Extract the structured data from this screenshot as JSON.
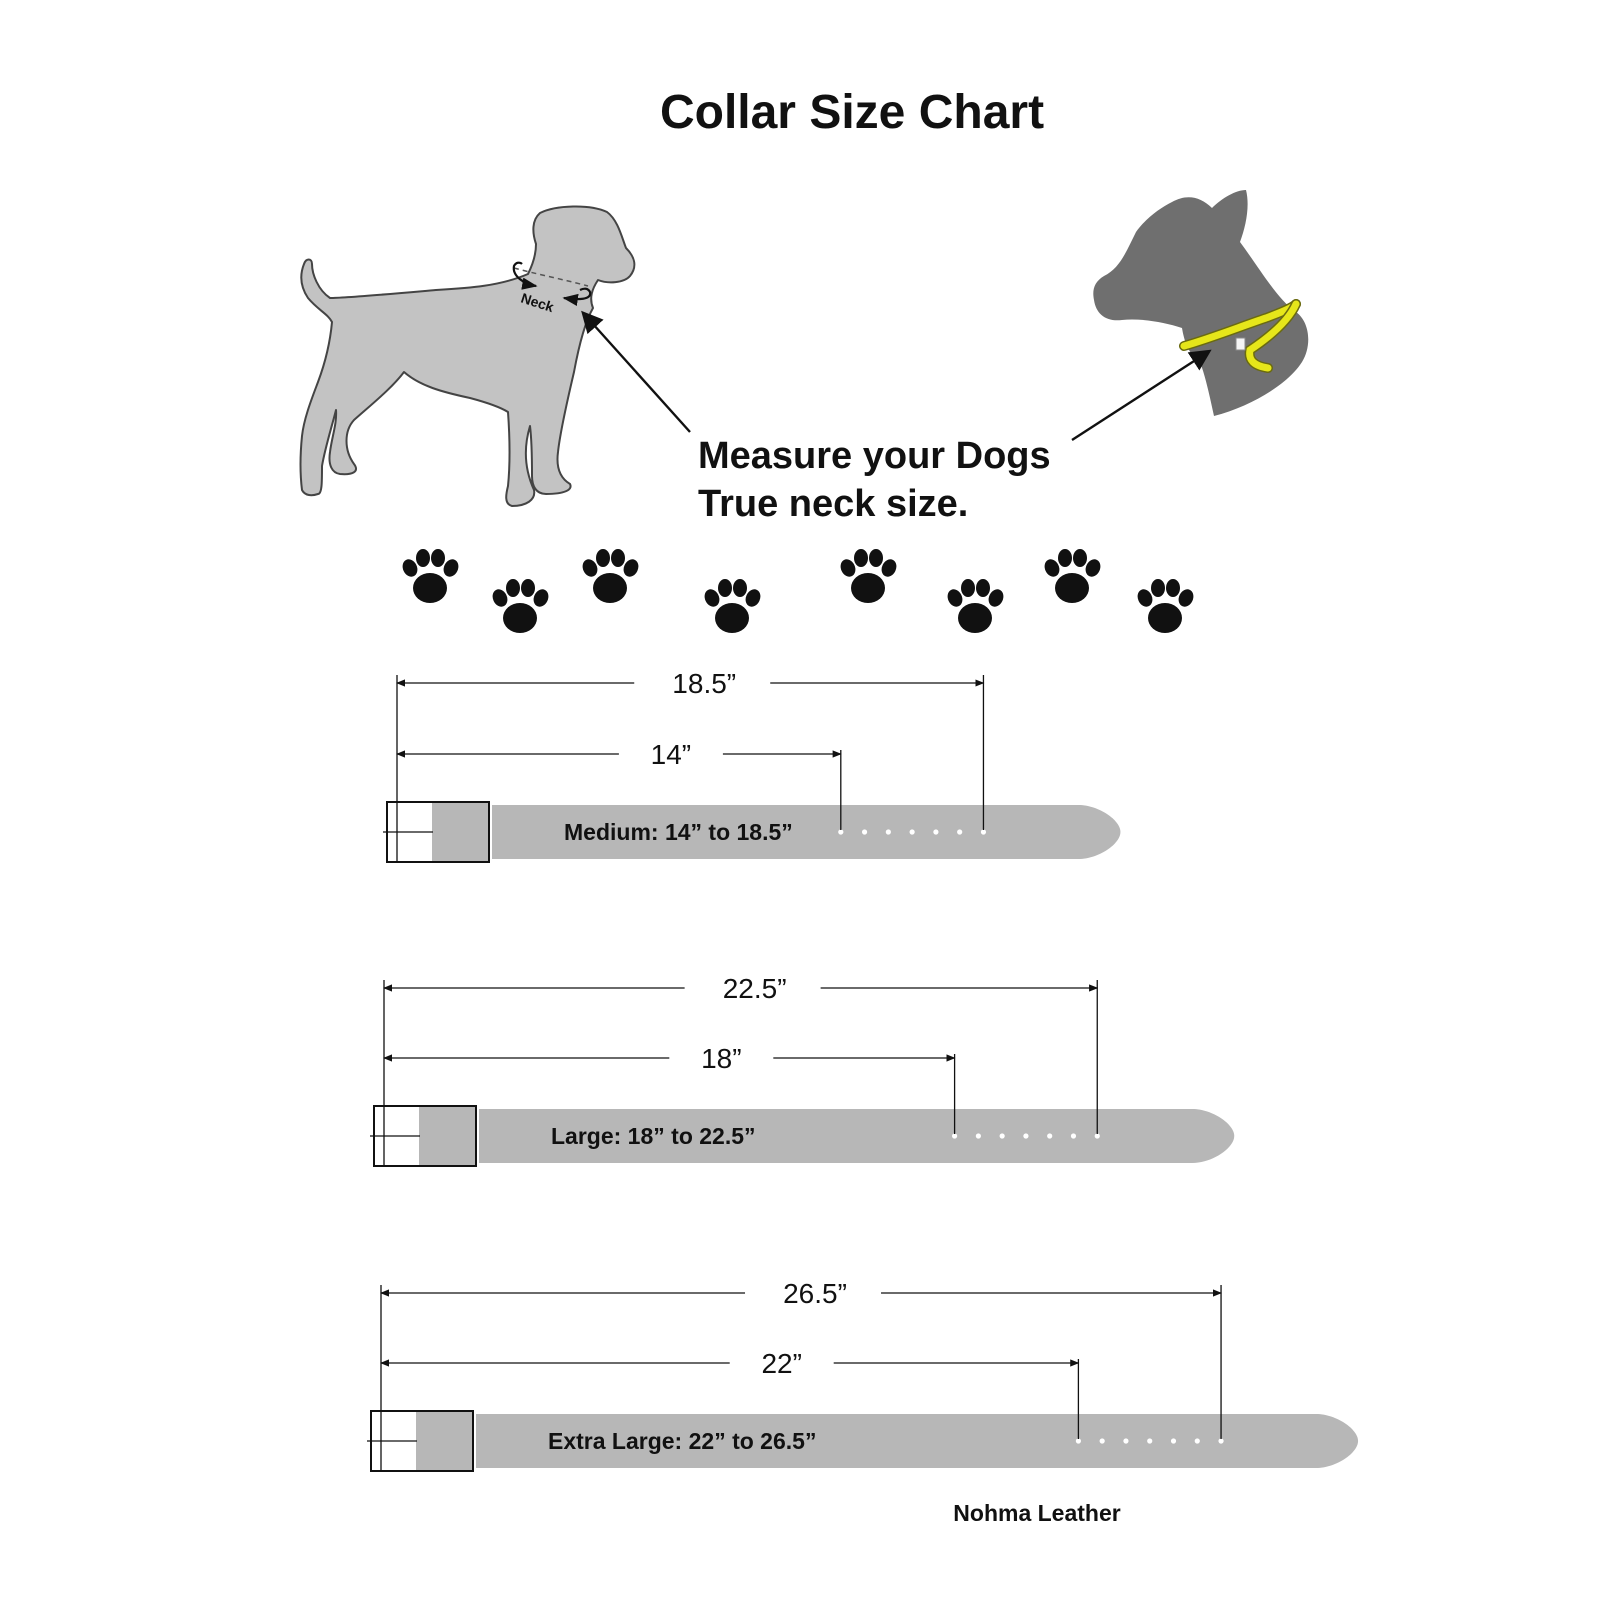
{
  "title": "Collar Size Chart",
  "neck_label": "Neck",
  "instruction": {
    "line1": "Measure your Dogs",
    "line2": "True neck size."
  },
  "brand": "Nohma Leather",
  "colors": {
    "dog_side_fill": "#c3c3c3",
    "dog_head_fill": "#6f6f6f",
    "tape_yellow": "#e6e61a",
    "collar_fill": "#b7b7b7",
    "paw_fill": "#111111"
  },
  "icons": [
    "dog-silhouette-icon",
    "dog-head-icon",
    "measuring-tape-icon",
    "paw-print-icon"
  ],
  "collars": [
    {
      "size": "Medium",
      "label": "Medium: 14” to 18.5”",
      "min": 14,
      "max": 18.5,
      "min_label": "14”",
      "max_label": "18.5”"
    },
    {
      "size": "Large",
      "label": "Large: 18” to 22.5”",
      "min": 18,
      "max": 22.5,
      "min_label": "18”",
      "max_label": "22.5”"
    },
    {
      "size": "Extra Large",
      "label": "Extra Large: 22” to 26.5”",
      "min": 22,
      "max": 26.5,
      "min_label": "22”",
      "max_label": "26.5”"
    }
  ]
}
